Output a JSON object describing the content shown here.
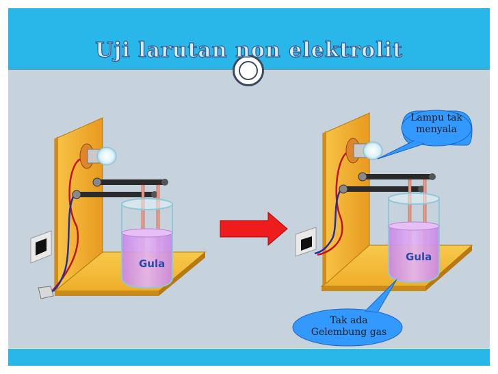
{
  "slide": {
    "title": "Uji larutan non elektrolit"
  },
  "left_setup": {
    "beaker_label": "Gula"
  },
  "right_setup": {
    "beaker_label": "Gula",
    "callout_lamp": {
      "line1": "Lampu tak",
      "line2": "menyala"
    },
    "callout_gas": {
      "line1": "Tak ada",
      "line2": "Gelembung gas"
    }
  },
  "colors": {
    "band": "#29b6e8",
    "panel": "#c6d2dc",
    "callout": "#3399ff",
    "arrow": "#ee1c1c",
    "stand": "#f2b233",
    "solution": "#d39bec"
  },
  "icons": {
    "arrow": "right-arrow-icon",
    "lamp": "light-bulb-icon",
    "socket": "wall-socket-icon"
  }
}
